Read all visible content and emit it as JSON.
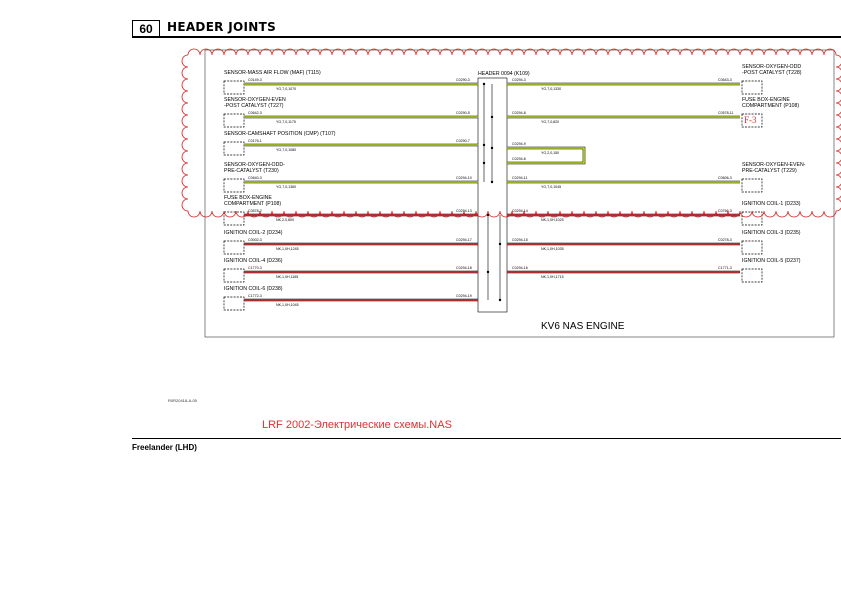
{
  "header": {
    "page_number": "60",
    "title": "HEADER JOINTS"
  },
  "footer": {
    "model": "Freelander (LHD)",
    "doc_ref": "R0R20418-A-05",
    "watermark": "LRF 2002-Электрические схемы.NAS"
  },
  "diagram": {
    "engine_label": "KV6 NAS ENGINE",
    "header_label": "HEADER 0094 (K109)",
    "fuse_mark": "F-3",
    "left_components": [
      {
        "name": "SENSOR-MASS AIR FLOW (MAF) (T115)",
        "pin": "C0149-3",
        "wire": "YG,7,0,1070",
        "header_pin": "C0290-3"
      },
      {
        "name": "SENSOR-OXYGEN-EVEN\n-POST CATALYST (T227)",
        "pin": "C0642-3",
        "wire": "YG,7,0,1175",
        "header_pin": "C0290-5"
      },
      {
        "name": "SENSOR-CAMSHAFT POSITION (CMP) (T107)",
        "pin": "C0176-1",
        "wire": "YG,7,0,1080",
        "header_pin": "C0290-7"
      },
      {
        "name": "SENSOR-OXYGEN-ODD-\nPRE-CATALYST (T230)",
        "pin": "C0640-3",
        "wire": "YG,7,0,1360",
        "header_pin": "C0294-10"
      },
      {
        "name": "FUSE BOX-ENGINE\nCOMPARTMENT (P108)",
        "pin": "C0578-2",
        "wire": "NK,2,0,800",
        "header_pin": "C0294-13"
      },
      {
        "name": "IGNITION COIL-2 (D234)",
        "pin": "C0002-3",
        "wire": "NK,1,0H,1245",
        "header_pin": "C0294-17"
      },
      {
        "name": "IGNITION COIL-4 (D236)",
        "pin": "C1770-3",
        "wire": "NK,1,0H,1165",
        "header_pin": "C0294-18"
      },
      {
        "name": "IGNITION COIL-6 (D238)",
        "pin": "C1772-3",
        "wire": "NK,1,0H,1045",
        "header_pin": "C0294-19"
      }
    ],
    "right_components": [
      {
        "name": "SENSOR-OXYGEN-ODD\n-POST CATALYST (T228)",
        "header_pin": "C0294-3",
        "wire": "YG,7,0,1330",
        "pin": "C0643-3"
      },
      {
        "name": "FUSE BOX-ENGINE\nCOMPARTMENT (P108)",
        "header_pin": "C0294-8",
        "wire": "YG,7,0,820",
        "pin": "C0578-11"
      },
      {
        "name": "",
        "header_pin": "C0294-9",
        "wire": "YG,2,0,150",
        "pin": ""
      },
      {
        "name": "",
        "header_pin": "C0294-6",
        "wire": "",
        "pin": ""
      },
      {
        "name": "SENSOR-OXYGEN-EVEN-\nPRE-CATALYST (T229)",
        "header_pin": "C0294-11",
        "wire": "YG,7,0,1045",
        "pin": "C0606-3"
      },
      {
        "name": "IGNITION COIL-1 (D233)",
        "header_pin": "C0294-14",
        "wire": "NK,1,0H,1025",
        "pin": "C0766-3"
      },
      {
        "name": "IGNITION COIL-3 (D235)",
        "header_pin": "C0294-15",
        "wire": "NK,1,0H,1035",
        "pin": "C0278-3"
      },
      {
        "name": "IGNITION COIL-5 (D237)",
        "header_pin": "C0294-16",
        "wire": "NK,1,0H,1715",
        "pin": "C1771-3"
      }
    ],
    "colors": {
      "yg_wire": "#c8e830",
      "nk_wire": "#e04040",
      "cloud": "#d81818",
      "fuse_mark": "#e03030"
    }
  }
}
